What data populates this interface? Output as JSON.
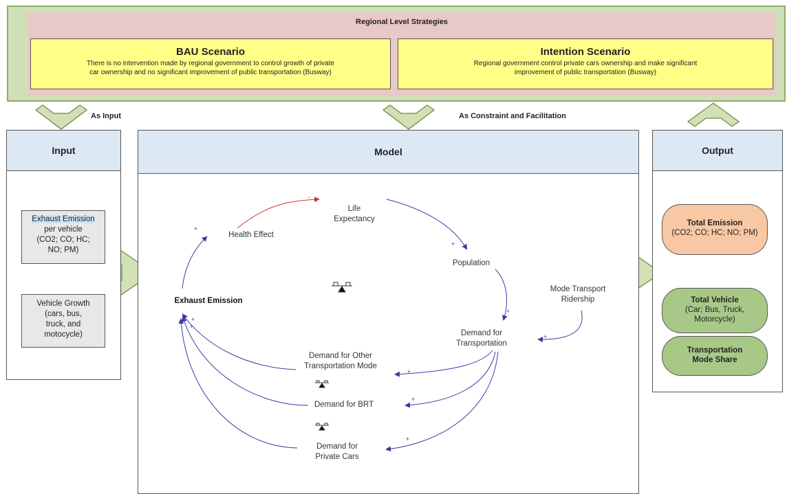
{
  "strategies": {
    "title": "Regional Level Strategies",
    "bau": {
      "title": "BAU Scenario",
      "desc_line1": "There is no intervention made by regional government to control growth of private",
      "desc_line2": "car ownership and no significant improvement of public transportation (Busway)"
    },
    "intention": {
      "title": "Intention Scenario",
      "desc_line1": "Regional government control private cars ownership and make significant",
      "desc_line2": "improvement of  public transportation (Busway)"
    }
  },
  "arrows": {
    "as_input": "As Input",
    "as_constraint": "As Constraint and Facilitation"
  },
  "input": {
    "header": "Input",
    "box1": {
      "line1": "Exhaust Emission",
      "line2": "per vehicle",
      "line3": "(CO2; CO; HC;",
      "line4": "NO; PM)"
    },
    "box2": {
      "line1": "Vehicle Growth",
      "line2": "(cars, bus,",
      "line3": "truck, and",
      "line4": "motocycle)"
    }
  },
  "model": {
    "header": "Model",
    "life_line1": "Life",
    "life_line2": "Expectancy",
    "health_effect": "Health Effect",
    "population": "Population",
    "mode_line1": "Mode Transport",
    "mode_line2": "Ridership",
    "demand_transport_line1": "Demand for",
    "demand_transport_line2": "Transportation",
    "exhaust_emission": "Exhaust Emission",
    "demand_other_line1": "Demand for Other",
    "demand_other_line2": "Transportation Mode",
    "demand_brt": "Demand for BRT",
    "demand_private_line1": "Demand for",
    "demand_private_line2": "Private Cars",
    "plus_sign": "+",
    "minus_sign": "-"
  },
  "output": {
    "header": "Output",
    "total_emission": {
      "title": "Total Emission",
      "line2": "(CO2; CO; HC; NO; PM)"
    },
    "total_vehicle": {
      "title": "Total Vehicle",
      "line2": "(Car; Bus, Truck,",
      "line3": "Motorcycle)"
    },
    "mode_share": {
      "line1": "Transportation",
      "line2": "Mode Share"
    }
  },
  "colors": {
    "outer_band": "#cfe0b8",
    "inner_band": "#e9c8c8",
    "scenario_fill": "#ffff88",
    "panel_header": "#dde8f5",
    "arrow_fill": "#d3e0b5",
    "loop_line": "#3a3aa8",
    "negative_link": "#cc3333",
    "total_emission_fill": "#f8c8a4",
    "vehicle_fill": "#a8c888"
  }
}
